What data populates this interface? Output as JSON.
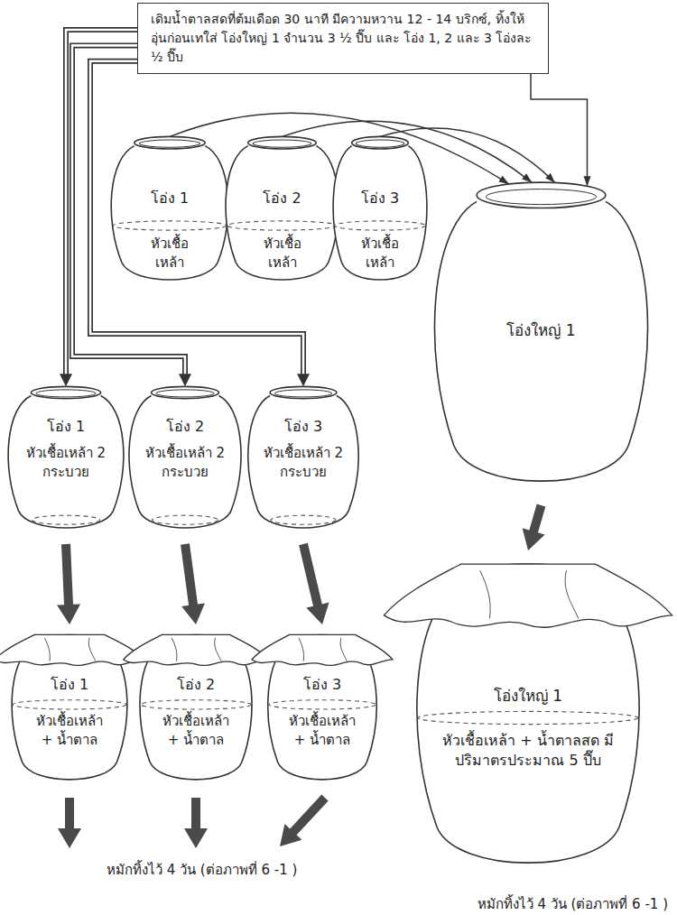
{
  "diagram": {
    "nodes": [
      {
        "text": [
          "เดิมน้ำตาลสดที่ต้มเดือด 30 นาที มีความหวาน 12 - 14 บริกซ์, ทิ้งให้อุ่นก่อนเทใส่ โอ่งใหญ่ 1 จำนวน 3 ½ ปี๊บ และ โอ่ง 1, 2 และ 3 โอ่งละ ½ ปี๊บ"
        ]
      },
      {
        "text": [
          "โอ่ง 1",
          "หัวเชื้อ เหล้า"
        ]
      },
      {
        "text": [
          "โอ่ง 2",
          "หัวเชื้อ เหล้า"
        ]
      },
      {
        "text": [
          "โอ่ง 3",
          "หัวเชื้อ เหล้า"
        ]
      },
      {
        "text": [
          "โอ่งใหญ่ 1"
        ]
      },
      {
        "text": [
          "โอ่ง 1",
          "หัวเชื้อเหล้า 2 กระบวย"
        ]
      },
      {
        "text": [
          "โอ่ง 2",
          "หัวเชื้อเหล้า 2 กระบวย"
        ]
      },
      {
        "text": [
          "โอ่ง 3",
          "หัวเชื้อเหล้า 2 กระบวย"
        ]
      },
      {
        "text": [
          "โอ่ง 1",
          "หัวเชื้อเหล้า + น้ำตาล"
        ]
      },
      {
        "text": [
          "โอ่ง 2",
          "หัวเชื้อเหล้า + น้ำตาล"
        ]
      },
      {
        "text": [
          "โอ่ง 3",
          "หัวเชื้อเหล้า + น้ำตาล"
        ]
      },
      {
        "text": [
          "โอ่งใหญ่ 1",
          "หัวเชื้อเหล้า + น้ำตาลสด มีปริมาตรประมาณ 5 ปี๊บ"
        ]
      }
    ],
    "edges": [
      {
        "from": 0,
        "to": 5,
        "arrow": "to"
      },
      {
        "from": 0,
        "to": 6,
        "arrow": "to"
      },
      {
        "from": 0,
        "to": 7,
        "arrow": "to"
      },
      {
        "from": 0,
        "to": 4,
        "arrow": "to"
      },
      {
        "from": 1,
        "to": 4,
        "arrow": "to"
      },
      {
        "from": 2,
        "to": 4,
        "arrow": "to"
      },
      {
        "from": 3,
        "to": 4,
        "arrow": "to"
      },
      {
        "from": 5,
        "to": 8,
        "arrow": "to"
      },
      {
        "from": 6,
        "to": 9,
        "arrow": "to"
      },
      {
        "from": 7,
        "to": 10,
        "arrow": "to"
      },
      {
        "from": 4,
        "to": 11,
        "arrow": "to"
      }
    ],
    "labels": [
      "หมักทิ้งไว้ 4 วัน (ต่อภาพที่ 6 -1 )",
      "หมักทิ้งไว้ 4 วัน (ต่อภาพที่ 6 -1 )"
    ]
  }
}
